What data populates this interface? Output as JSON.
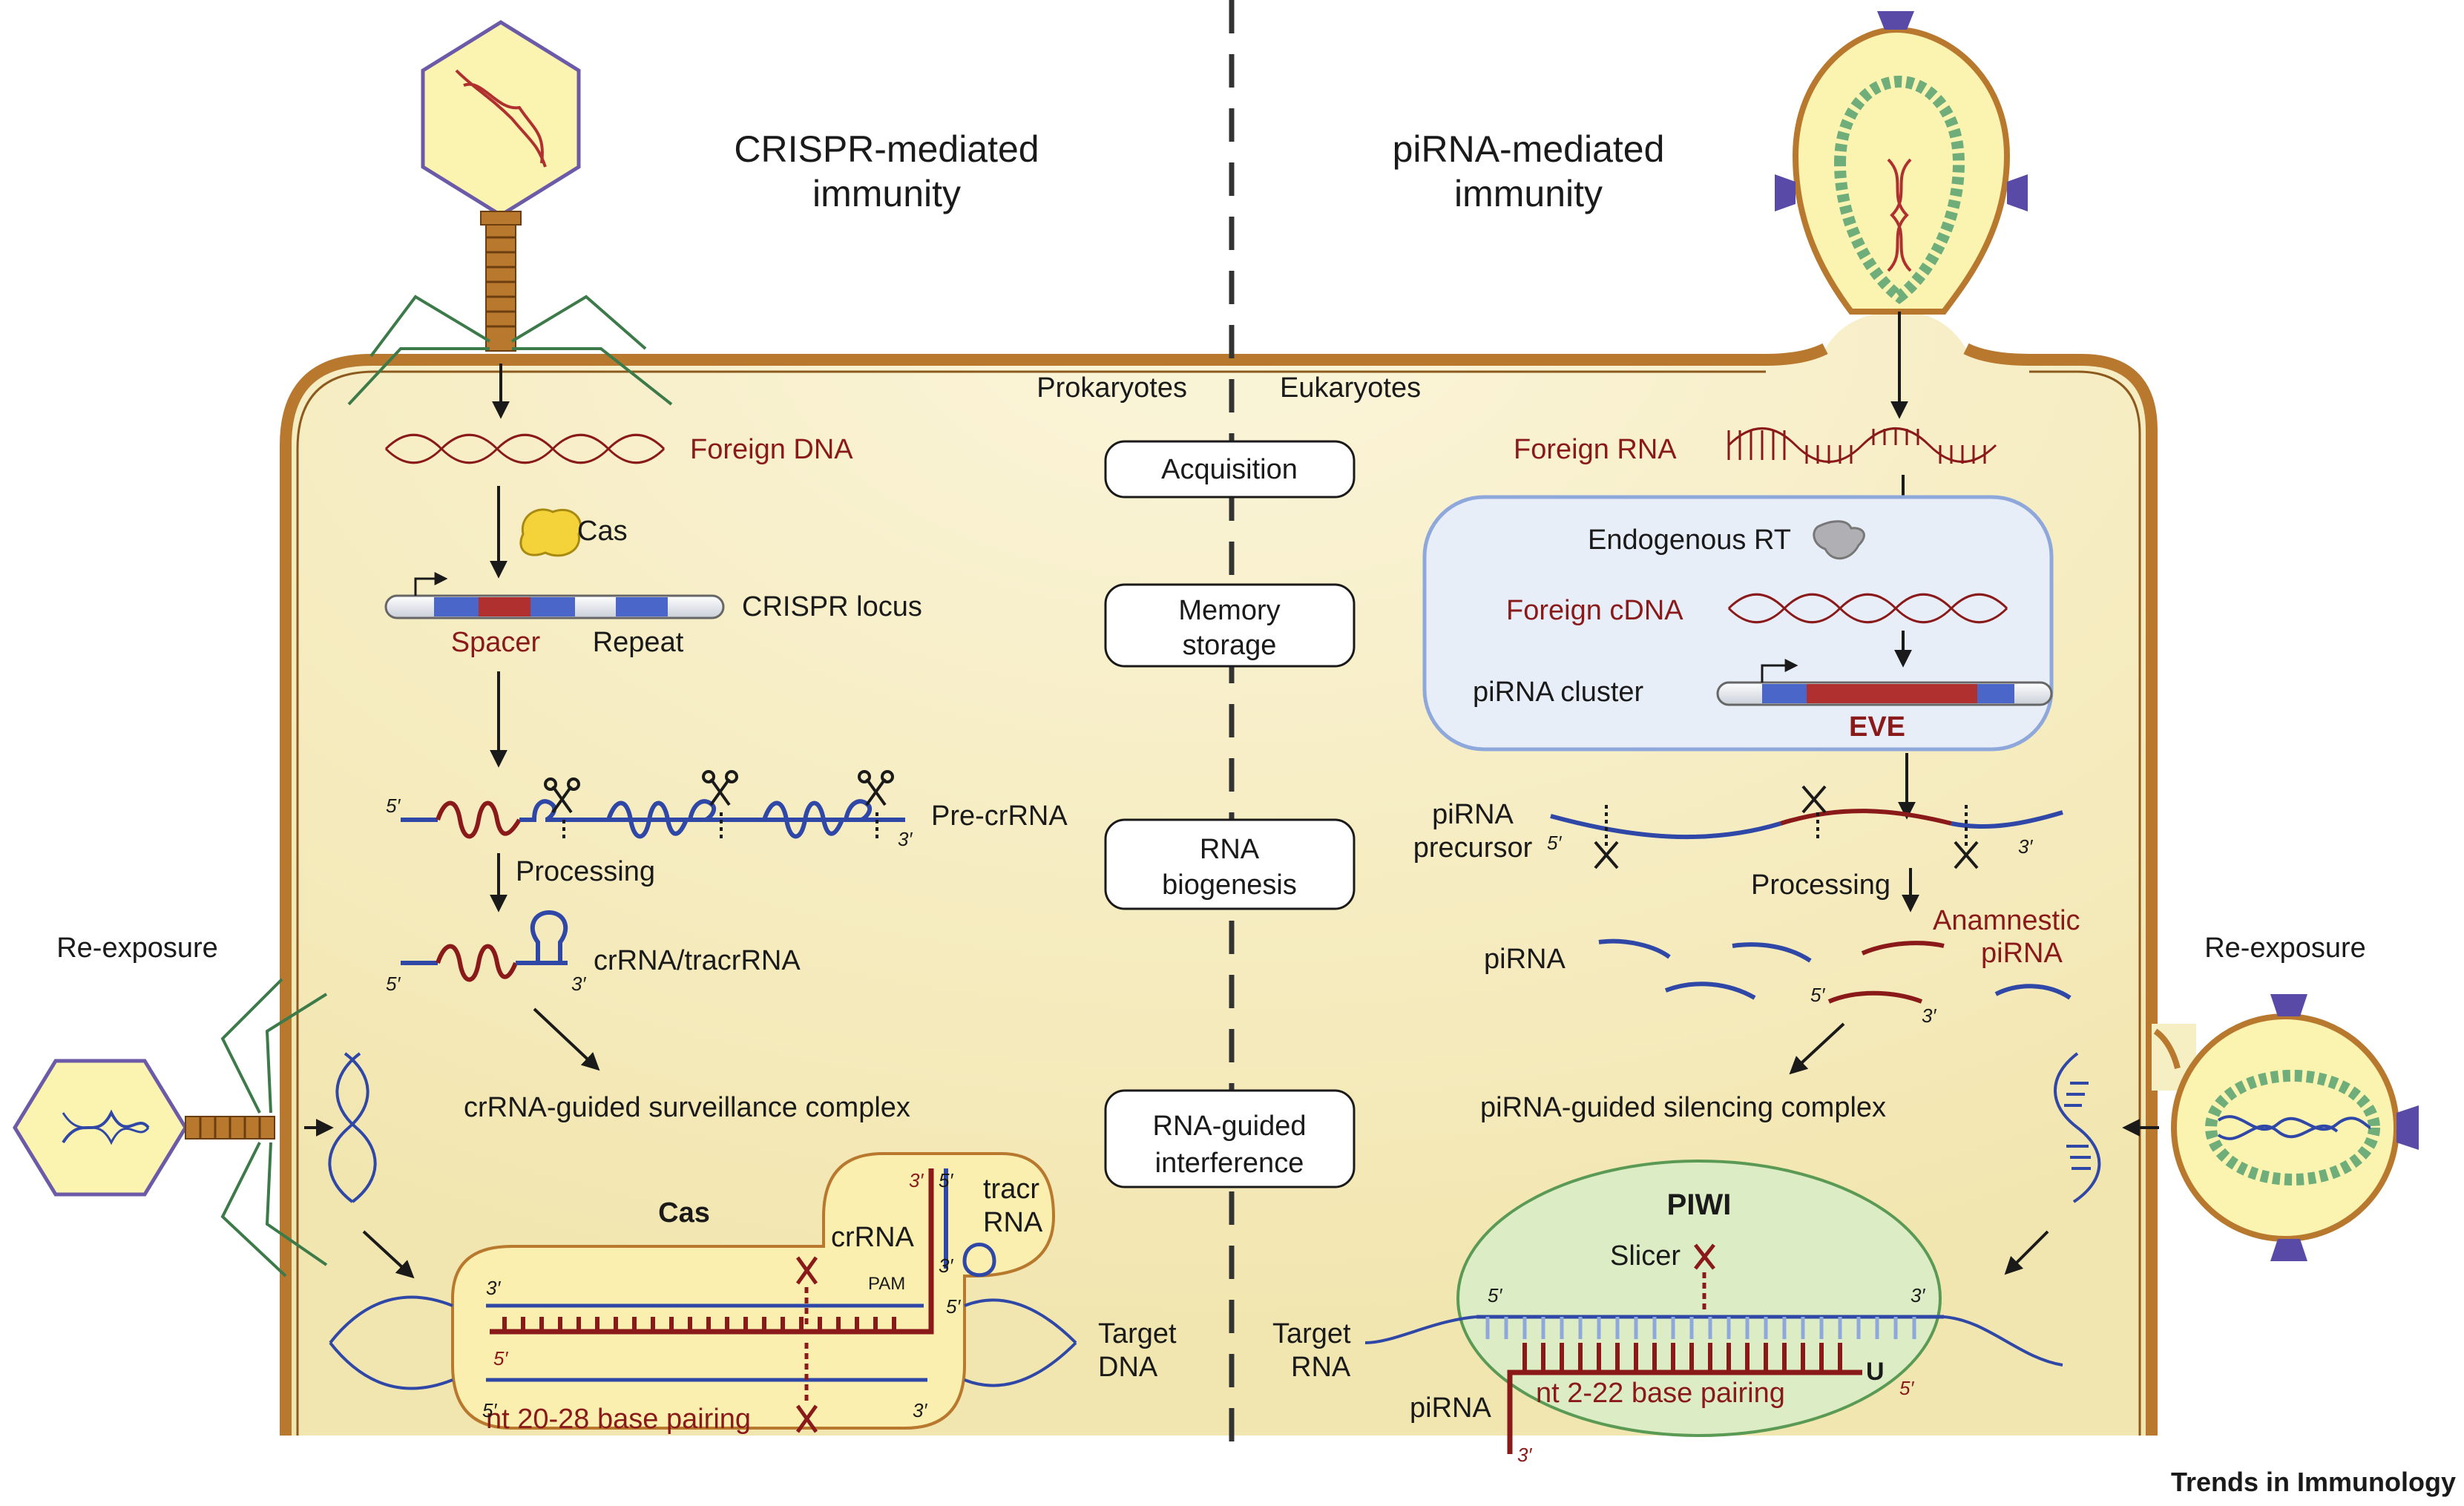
{
  "titles": {
    "crispr_line1": "CRISPR-mediated",
    "crispr_line2": "immunity",
    "pirna_line1": "piRNA-mediated",
    "pirna_line2": "immunity"
  },
  "domains": {
    "left": "Prokaryotes",
    "right": "Eukaryotes"
  },
  "stages": {
    "acquisition": "Acquisition",
    "memory_1": "Memory",
    "memory_2": "storage",
    "biogenesis_1": "RNA",
    "biogenesis_2": "biogenesis",
    "interference_1": "RNA-guided",
    "interference_2": "interference"
  },
  "crispr": {
    "foreign_dna": "Foreign DNA",
    "cas_protein": "Cas",
    "locus": "CRISPR locus",
    "spacer": "Spacer",
    "repeat": "Repeat",
    "pre_crrna": "Pre-crRNA",
    "processing": "Processing",
    "crrna_tracrrna": "crRNA/tracrRNA",
    "complex": "crRNA-guided surveillance complex",
    "cas_label": "Cas",
    "crrna": "crRNA",
    "tracr_1": "tracr",
    "tracr_2": "RNA",
    "pam": "PAM",
    "target_1": "Target",
    "target_2": "DNA",
    "pairing": "nt 20-28 base pairing",
    "reexposure": "Re-exposure"
  },
  "pirna": {
    "foreign_rna": "Foreign RNA",
    "endogenous_rt": "Endogenous RT",
    "foreign_cdna": "Foreign cDNA",
    "cluster": "piRNA cluster",
    "eve": "EVE",
    "precursor_1": "piRNA",
    "precursor_2": "precursor",
    "processing": "Processing",
    "anamnestic_1": "Anamnestic",
    "anamnestic_2": "piRNA",
    "pirna_label": "piRNA",
    "complex": "piRNA-guided silencing complex",
    "piwi": "PIWI",
    "slicer": "Slicer",
    "target_1": "Target",
    "target_2": "RNA",
    "pirna_bottom": "piRNA",
    "uridine": "U",
    "pairing": "nt 2-22 base pairing",
    "reexposure": "Re-exposure"
  },
  "ends": {
    "five": "5′",
    "three": "3′"
  },
  "footer": "Trends in Immunology",
  "colors": {
    "cell_fill": "#f7efc4",
    "membrane": "#b8782e",
    "dark_red": "#8a1a1a",
    "blue": "#2f47a6",
    "light_blue": "#8fa8dc",
    "nucleus_fill": "#e8eef8",
    "piwi_fill": "#dcecc4",
    "cas_fill": "#fbefb0"
  }
}
